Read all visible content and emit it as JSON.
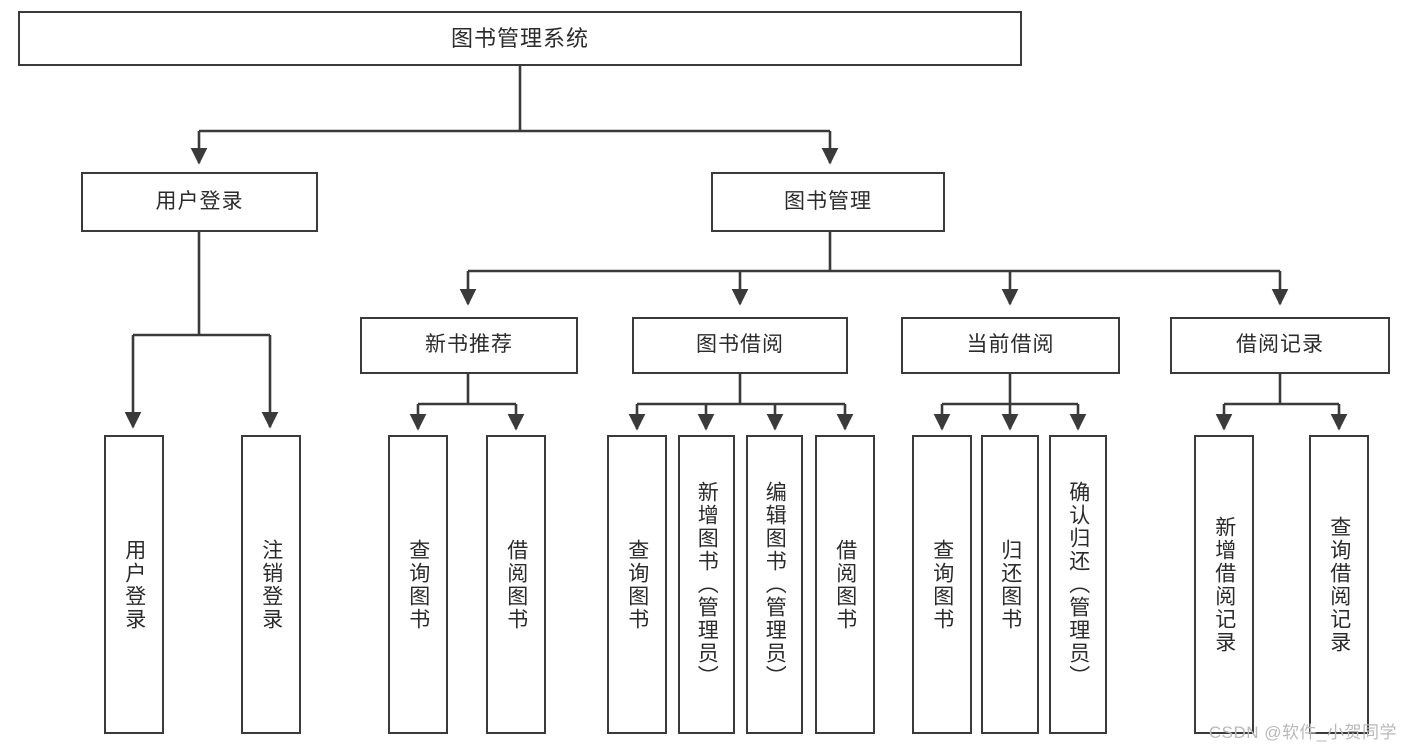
{
  "diagram": {
    "type": "tree-hierarchy",
    "title": "图书管理系统",
    "watermark": "CSDN @软件_小贺同学",
    "colors": {
      "stroke": "#3a3a3a",
      "fill": "#ffffff",
      "text": "#2b2b2b",
      "watermark": "#b9b9b9"
    },
    "levels": {
      "level0": [
        {
          "id": "root",
          "label": "图书管理系统"
        }
      ],
      "level1": [
        {
          "id": "user-login",
          "label": "用户登录",
          "parent": "root"
        },
        {
          "id": "book-manage",
          "label": "图书管理",
          "parent": "root"
        }
      ],
      "level2": [
        {
          "id": "new-book-rec",
          "label": "新书推荐",
          "parent": "book-manage"
        },
        {
          "id": "book-borrow",
          "label": "图书借阅",
          "parent": "book-manage"
        },
        {
          "id": "current-borrow",
          "label": "当前借阅",
          "parent": "book-manage"
        },
        {
          "id": "borrow-record",
          "label": "借阅记录",
          "parent": "book-manage"
        }
      ],
      "leaves": [
        {
          "id": "leaf-user-login",
          "label": "用户登录",
          "parent": "user-login"
        },
        {
          "id": "leaf-user-logout",
          "label": "注销登录",
          "parent": "user-login"
        },
        {
          "id": "leaf-rec-query",
          "label": "查询图书",
          "parent": "new-book-rec"
        },
        {
          "id": "leaf-rec-borrow",
          "label": "借阅图书",
          "parent": "new-book-rec"
        },
        {
          "id": "leaf-borrow-query",
          "label": "查询图书",
          "parent": "book-borrow"
        },
        {
          "id": "leaf-borrow-add",
          "label": "新增图书（管理员）",
          "parent": "book-borrow"
        },
        {
          "id": "leaf-borrow-edit",
          "label": "编辑图书（管理员）",
          "parent": "book-borrow"
        },
        {
          "id": "leaf-borrow-do",
          "label": "借阅图书",
          "parent": "book-borrow"
        },
        {
          "id": "leaf-cur-query",
          "label": "查询图书",
          "parent": "current-borrow"
        },
        {
          "id": "leaf-cur-return",
          "label": "归还图书",
          "parent": "current-borrow"
        },
        {
          "id": "leaf-cur-confirm",
          "label": "确认归还（管理员）",
          "parent": "current-borrow"
        },
        {
          "id": "leaf-rec-add",
          "label": "新增借阅记录",
          "parent": "borrow-record"
        },
        {
          "id": "leaf-rec-query2",
          "label": "查询借阅记录",
          "parent": "borrow-record"
        }
      ]
    }
  }
}
